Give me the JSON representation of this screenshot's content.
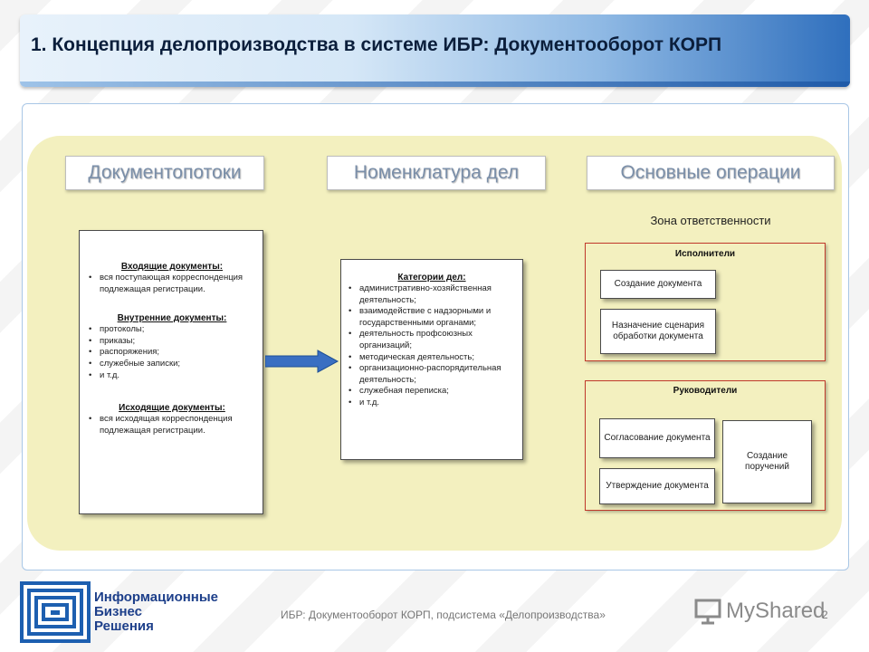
{
  "title": "1. Концепция делопроизводства в системе ИБР: Документооборот КОРП",
  "headings": {
    "flows": "Документопотоки",
    "nomenclature": "Номенклатура дел",
    "operations": "Основные операции"
  },
  "zone_label": "Зона ответственности",
  "documents": {
    "incoming": {
      "title": "Входящие документы:",
      "items": [
        "вся поступающая корреспонденция подлежащая регистрации."
      ]
    },
    "internal": {
      "title": "Внутренние документы:",
      "items": [
        "протоколы;",
        "приказы;",
        "распоряжения;",
        "служебные записки;",
        "и т.д."
      ]
    },
    "outgoing": {
      "title": "Исходящие документы:",
      "items": [
        "вся исходящая корреспонденция подлежащая регистрации."
      ]
    }
  },
  "categories": {
    "title": "Категории дел:",
    "items": [
      "административно-хозяйственная деятельность;",
      "взаимодействие с надзорными и государственными органами;",
      "деятельность профсоюзных организаций;",
      "методическая деятельность;",
      "организационно-распорядительная деятельность;",
      "служебная переписка;",
      "и т.д."
    ]
  },
  "executors": {
    "title": "Исполнители",
    "ops": [
      "Создание документа",
      "Назначение сценария обработки документа"
    ]
  },
  "managers": {
    "title": "Руководители",
    "ops": [
      "Согласование документа",
      "Утверждение документа",
      "Создание поручений"
    ]
  },
  "footer": {
    "logo_text": [
      "Информационные",
      "Бизнес",
      "Решения"
    ],
    "caption": "ИБР: Документооборот КОРП, подсистема «Делопроизводства»",
    "page": "2",
    "brand": "MyShared"
  },
  "colors": {
    "panel": "#f3f0bf",
    "arrow": "#3a6fc2",
    "group_border": "#c0392b",
    "heading_text": "#7a8ea8"
  }
}
